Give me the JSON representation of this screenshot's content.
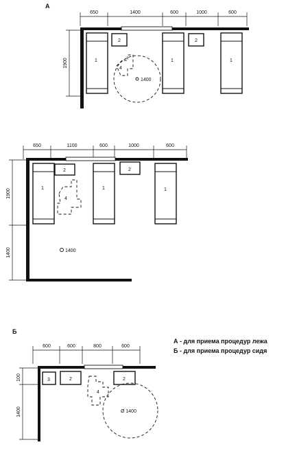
{
  "sections": {
    "a_label": "А",
    "b_label": "Б"
  },
  "plan_a": {
    "top_dims": [
      "650",
      "1400",
      "600",
      "1000",
      "600"
    ],
    "side_dim": "1900",
    "items": {
      "bed": "1",
      "table": "2",
      "chair": "4"
    },
    "circle_label": "1400"
  },
  "plan_a2": {
    "top_dims": [
      "650",
      "1100",
      "600",
      "1000",
      "600"
    ],
    "side_dims": [
      "1900",
      "1400"
    ],
    "items": {
      "bed": "1",
      "table": "2",
      "chair": "4"
    },
    "circle_label": "1400"
  },
  "plan_b": {
    "top_dims": [
      "600",
      "600",
      "800",
      "600"
    ],
    "side_dims": [
      "100",
      "1400"
    ],
    "items": {
      "cabinet": "3",
      "table": "2",
      "chair": "4"
    },
    "circle_label": "Ø 1400"
  },
  "legend": [
    "А - для приема процедур лежа",
    "Б - для приема процедур сидя"
  ]
}
